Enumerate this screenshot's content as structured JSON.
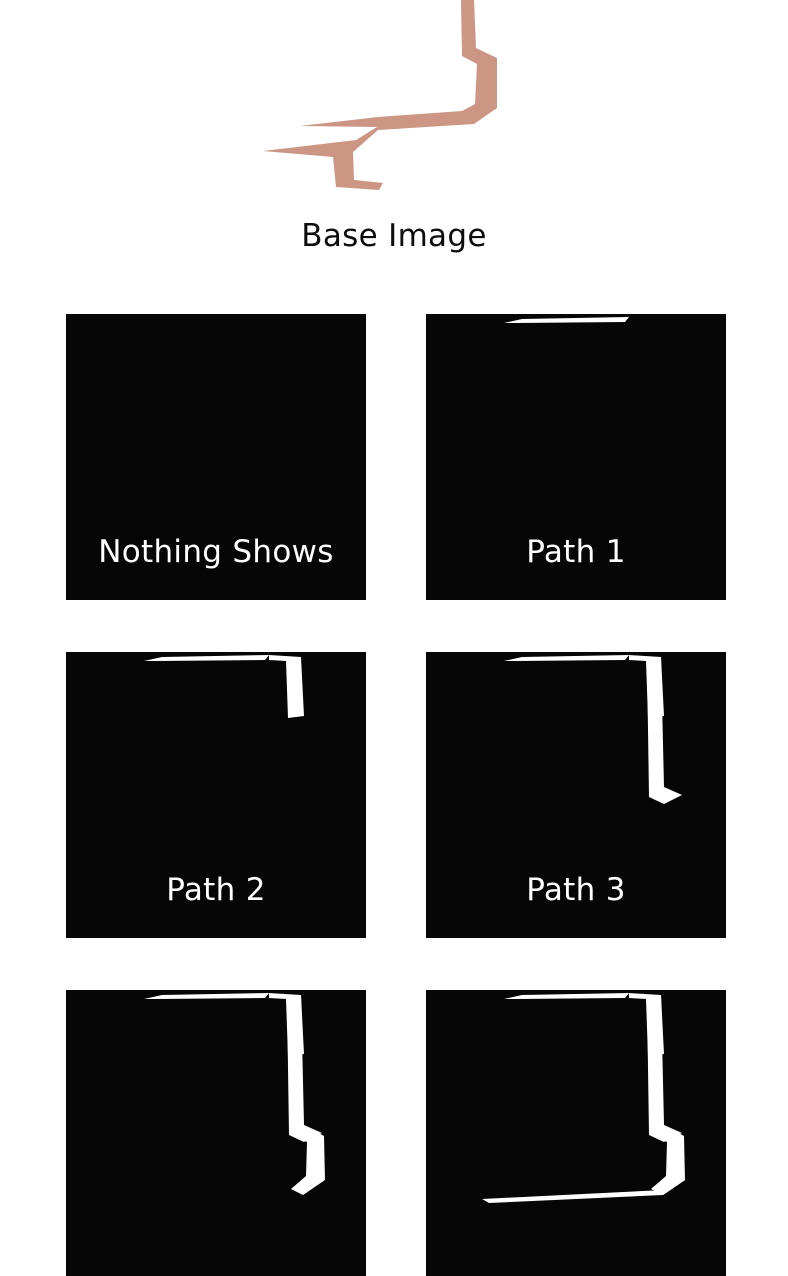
{
  "base": {
    "caption": "Base Image",
    "stroke_color": "#cc9584"
  },
  "panels": [
    {
      "caption": "Nothing Shows",
      "paths_shown": 0
    },
    {
      "caption": "Path 1",
      "paths_shown": 1
    },
    {
      "caption": "Path 2",
      "paths_shown": 2
    },
    {
      "caption": "Path 3",
      "paths_shown": 3
    },
    {
      "caption": "",
      "paths_shown": 4
    },
    {
      "caption": "",
      "paths_shown": 5
    }
  ],
  "colors": {
    "panel_background": "#060606",
    "reveal_fill": "#ffffff",
    "caption_dark": "#0d0d0d",
    "caption_light": "#ffffff"
  }
}
